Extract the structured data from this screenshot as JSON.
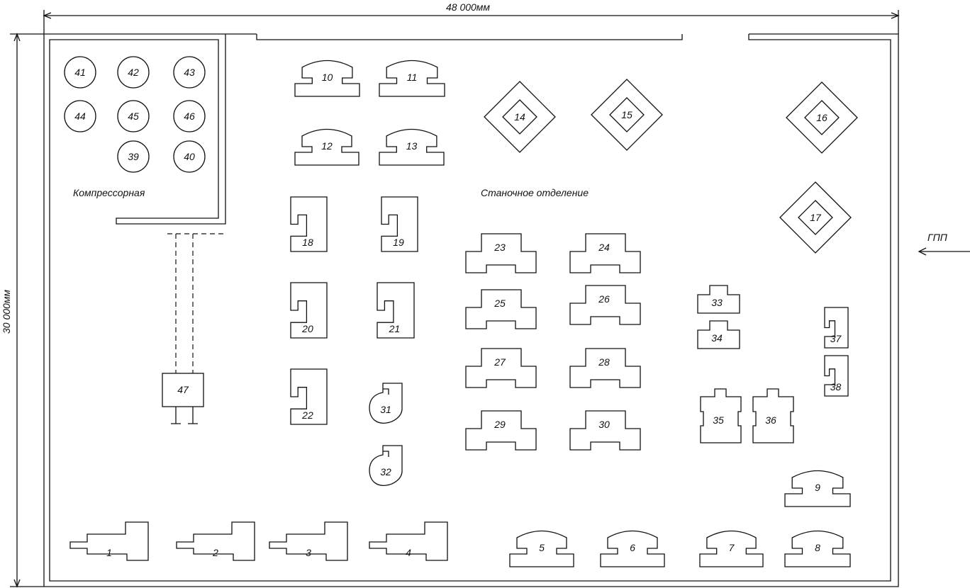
{
  "dimensions": {
    "width_label": "48 000мм",
    "height_label": "30 000мм"
  },
  "rooms": {
    "compressor_label": "Компрессорная",
    "machine_shop_label": "Станочное отделение"
  },
  "entry": {
    "label": "ГПП"
  },
  "equipment": {
    "circles": [
      "41",
      "42",
      "43",
      "44",
      "45",
      "46",
      "39",
      "40"
    ],
    "dome_machines": [
      "10",
      "11",
      "12",
      "13",
      "9",
      "5",
      "6",
      "7",
      "8"
    ],
    "diamond_machines": [
      "14",
      "15",
      "16",
      "17"
    ],
    "c_machines": [
      "18",
      "19",
      "20",
      "21",
      "22",
      "37",
      "38"
    ],
    "t_machines": [
      "23",
      "24",
      "25",
      "26",
      "27",
      "28",
      "29",
      "30"
    ],
    "step_machines": [
      "1",
      "2",
      "3",
      "4"
    ],
    "small_t_machines": [
      "33",
      "34"
    ],
    "cross_machines": [
      "35",
      "36"
    ],
    "fan_machines": [
      "31",
      "32"
    ],
    "transformer": "47"
  }
}
